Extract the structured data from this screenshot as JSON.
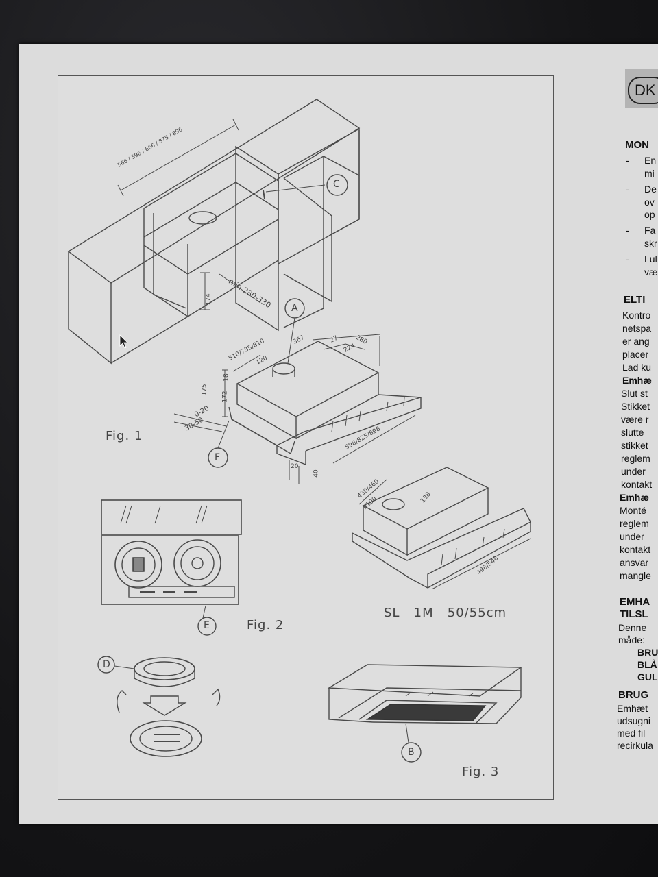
{
  "figures": {
    "fig1": "Fig. 1",
    "fig2": "Fig. 2",
    "fig3": "Fig. 3",
    "model": "SL   1M   50/55cm",
    "callouts": {
      "a": "A",
      "b": "B",
      "c": "C",
      "d": "D",
      "e": "E",
      "f": "F"
    },
    "dims": {
      "cab_width": "566 / 596 / 666 / 875 / 896",
      "d174": "174",
      "min": "min 280-330",
      "w510": "510/735/810",
      "d120": "120",
      "d367": "367",
      "d27": "27",
      "d224": "224",
      "d280": "280",
      "d175": "175",
      "d18": "18",
      "d172": "172",
      "d0_20": "0-20",
      "d30_50": "30-50",
      "w598": "598/825/898",
      "d20": "20",
      "d40": "40",
      "w430": "430/460",
      "d100": "ø100",
      "d138": "138",
      "w498": "498/548"
    }
  },
  "right_column": {
    "dk": "DK",
    "section1": "MON",
    "bullets": [
      {
        "dash": "-",
        "lines": [
          "En",
          "mi"
        ]
      },
      {
        "dash": "-",
        "lines": [
          "De",
          "ov",
          "op"
        ]
      },
      {
        "dash": "-",
        "lines": [
          "Fa",
          "skr"
        ]
      },
      {
        "dash": "-",
        "lines": [
          "Lul",
          "væ"
        ]
      }
    ],
    "section2": "ELTI",
    "lines2": [
      "Kontro",
      "netspa",
      "er ang",
      "placer",
      "Lad ku"
    ],
    "bold_a": "Emhæ",
    "lines3": [
      "Slut st",
      "Stikket",
      "være r",
      "slutte",
      "stikket",
      "reglem",
      "under",
      "kontakt"
    ],
    "bold_b": "Emhæ",
    "lines4": [
      "Monté",
      "reglem",
      "under",
      "kontakt",
      "ansvar",
      "mangle"
    ],
    "section3a": "EMHA",
    "section3b": "TILSL",
    "lines5": [
      "Denne",
      "måde:"
    ],
    "wires": [
      "BRU",
      "BLÅ",
      "GUL"
    ],
    "section4": "BRUG",
    "lines6": [
      "Emhæt",
      "udsugni",
      "med fil",
      "recirkula"
    ]
  }
}
